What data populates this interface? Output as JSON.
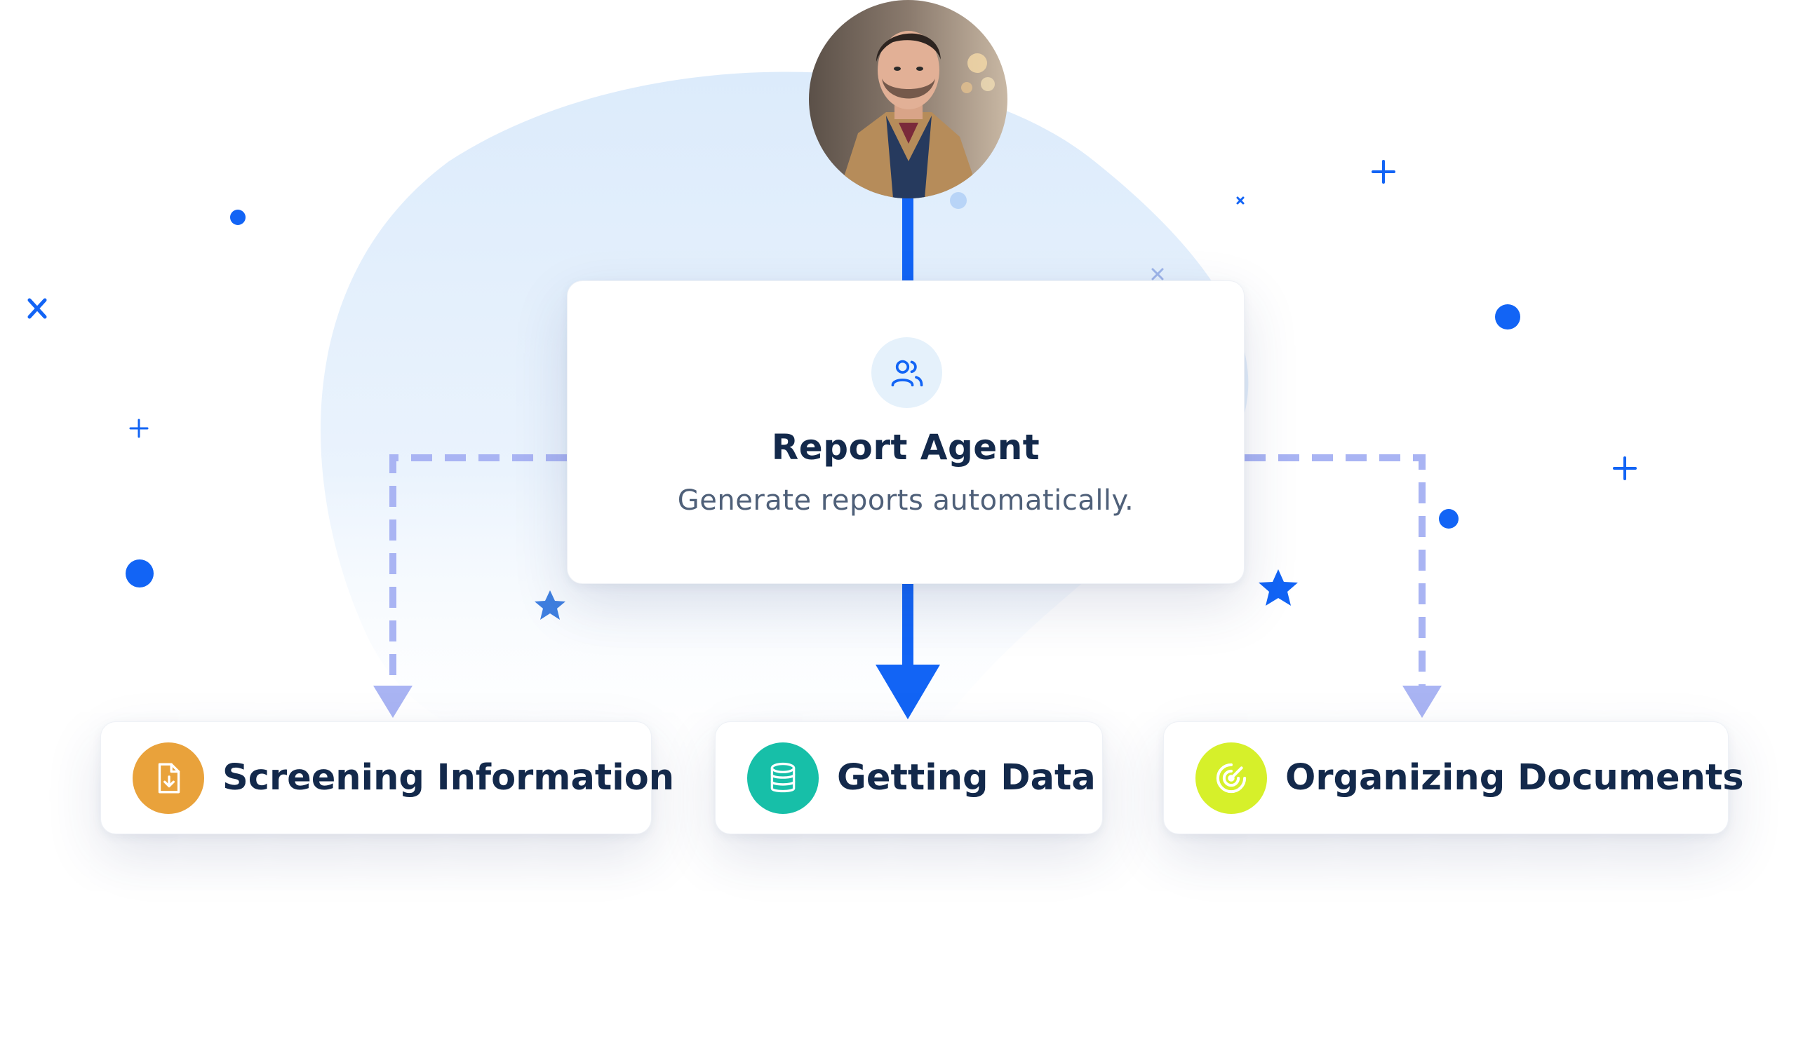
{
  "agent": {
    "title": "Report Agent",
    "subtitle": "Generate reports automatically.",
    "icon": "users-icon"
  },
  "tasks": [
    {
      "label": "Screening Information",
      "icon": "file-download-icon",
      "color": "#e9a23b"
    },
    {
      "label": "Getting Data",
      "icon": "database-icon",
      "color": "#17bfa8"
    },
    {
      "label": "Organizing Documents",
      "icon": "target-icon",
      "color": "#d6f02a"
    }
  ],
  "colors": {
    "accent": "#1264f5",
    "dashed_connector": "#a9b4f3",
    "blob": "#e3effc",
    "title_text": "#13294b"
  }
}
